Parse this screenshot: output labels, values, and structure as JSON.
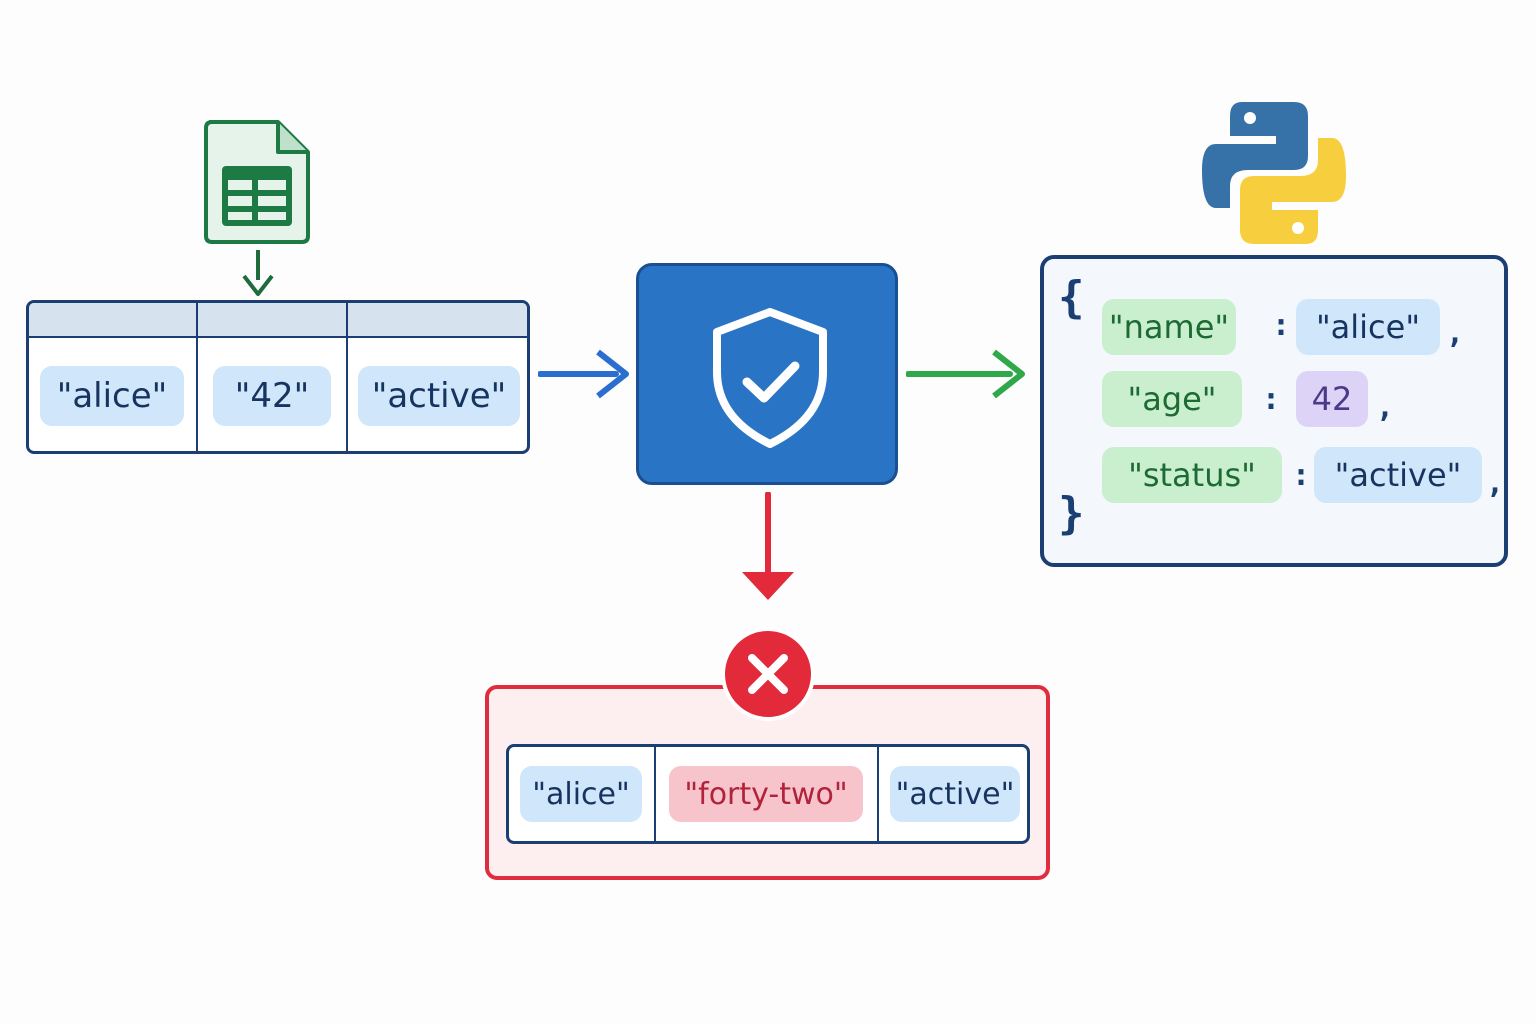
{
  "input_row": {
    "cells": [
      "\"alice\"",
      "\"42\"",
      "\"active\""
    ]
  },
  "output_object": {
    "open_brace": "{",
    "close_brace": "}",
    "fields": [
      {
        "key": "\"name\"",
        "value": "\"alice\"",
        "value_kind": "string"
      },
      {
        "key": "\"age\"",
        "value": "42",
        "value_kind": "number"
      },
      {
        "key": "\"status\"",
        "value": "\"active\"",
        "value_kind": "string"
      }
    ],
    "colon": ":",
    "comma": ","
  },
  "rejected_row": {
    "cells": [
      "\"alice\"",
      "\"forty-two\"",
      "\"active\""
    ]
  },
  "icons": {
    "source": "spreadsheet-icon",
    "target": "python-logo-icon",
    "validator": "shield-check-icon",
    "error": "x-circle-icon"
  },
  "colors": {
    "table_border": "#1b3f73",
    "validator_fill": "#2a74c5",
    "arrow_in": "#2a6fd0",
    "arrow_ok": "#2fa84a",
    "arrow_fail": "#e22a3b",
    "spreadsheet_green": "#1e7a45",
    "python_blue": "#3671a8",
    "python_yellow": "#f7cf3e"
  }
}
